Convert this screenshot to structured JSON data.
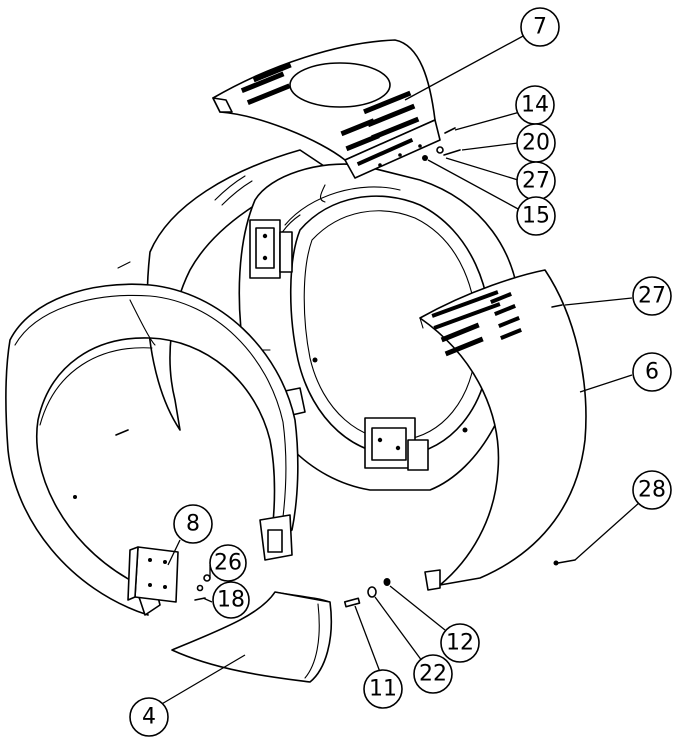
{
  "callouts": [
    {
      "id": "7",
      "label": "7"
    },
    {
      "id": "14",
      "label": "14"
    },
    {
      "id": "20",
      "label": "20"
    },
    {
      "id": "27a",
      "label": "27"
    },
    {
      "id": "15",
      "label": "15"
    },
    {
      "id": "27b",
      "label": "27"
    },
    {
      "id": "6",
      "label": "6"
    },
    {
      "id": "28",
      "label": "28"
    },
    {
      "id": "8",
      "label": "8"
    },
    {
      "id": "26",
      "label": "26"
    },
    {
      "id": "18",
      "label": "18"
    },
    {
      "id": "12",
      "label": "12"
    },
    {
      "id": "22",
      "label": "22"
    },
    {
      "id": "11",
      "label": "11"
    },
    {
      "id": "4",
      "label": "4"
    }
  ]
}
